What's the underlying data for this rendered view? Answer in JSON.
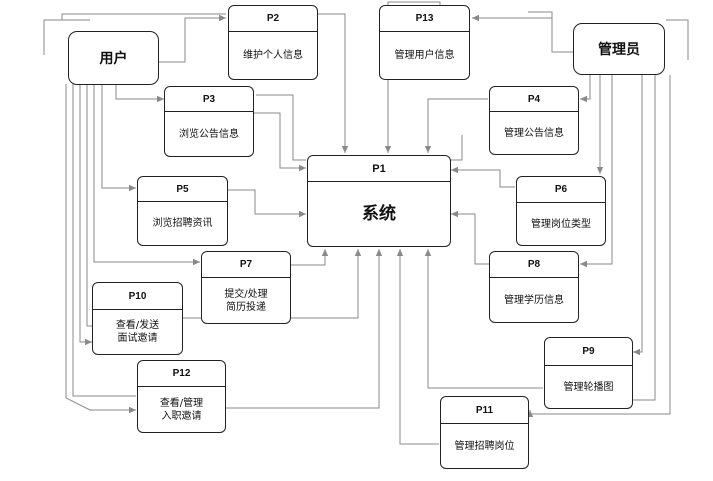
{
  "entities": {
    "user": "用户",
    "admin": "管理员"
  },
  "processes": {
    "p1": {
      "id": "P1",
      "label": "系统"
    },
    "p2": {
      "id": "P2",
      "label": "维护个人信息"
    },
    "p3": {
      "id": "P3",
      "label": "浏览公告信息"
    },
    "p4": {
      "id": "P4",
      "label": "管理公告信息"
    },
    "p5": {
      "id": "P5",
      "label": "浏览招聘资讯"
    },
    "p6": {
      "id": "P6",
      "label": "管理岗位类型"
    },
    "p7": {
      "id": "P7",
      "label": "提交/处理\n简历投递"
    },
    "p8": {
      "id": "P8",
      "label": "管理学历信息"
    },
    "p9": {
      "id": "P9",
      "label": "管理轮播图"
    },
    "p10": {
      "id": "P10",
      "label": "查看/发送\n面试邀请"
    },
    "p11": {
      "id": "P11",
      "label": "管理招聘岗位"
    },
    "p12": {
      "id": "P12",
      "label": "查看/管理\n入职邀请"
    },
    "p13": {
      "id": "P13",
      "label": "管理用户信息"
    }
  },
  "colors": {
    "line": "#8a8a8a",
    "border": "#222222"
  }
}
